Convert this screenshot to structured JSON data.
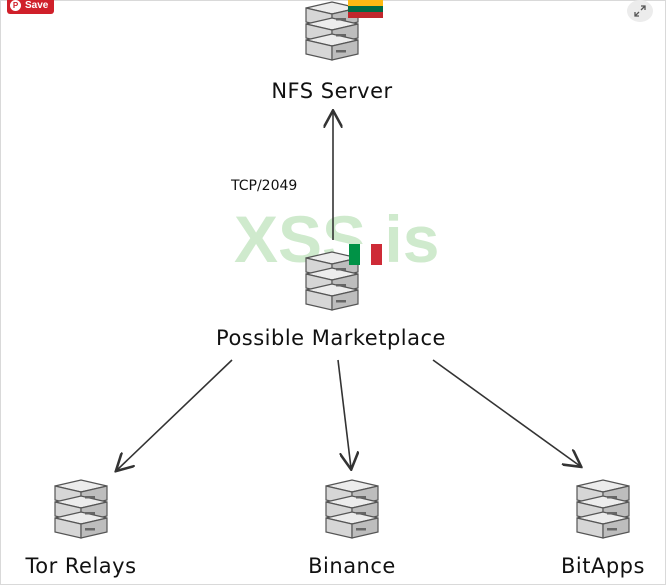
{
  "save_button": {
    "label": "Save",
    "icon": "pinterest-icon"
  },
  "expand_button": {
    "icon": "expand-icon"
  },
  "watermark": "XSS.is",
  "nodes": {
    "nfs": {
      "label": "NFS Server",
      "icon": "server-icon",
      "flag": "lithuania-flag"
    },
    "marketplace": {
      "label": "Possible Marketplace",
      "icon": "server-icon",
      "flag": "italy-flag"
    },
    "tor": {
      "label": "Tor Relays",
      "icon": "server-icon"
    },
    "binance": {
      "label": "Binance",
      "icon": "server-icon"
    },
    "bitapps": {
      "label": "BitApps",
      "icon": "server-icon"
    }
  },
  "edges": [
    {
      "from": "marketplace",
      "to": "nfs",
      "label": "TCP/2049"
    },
    {
      "from": "marketplace",
      "to": "tor",
      "label": ""
    },
    {
      "from": "marketplace",
      "to": "binance",
      "label": ""
    },
    {
      "from": "marketplace",
      "to": "bitapps",
      "label": ""
    }
  ],
  "colors": {
    "server_fill": "#e0e0e0",
    "server_stroke": "#555555",
    "arrow": "#333333",
    "watermark": "#bfe3bd"
  }
}
